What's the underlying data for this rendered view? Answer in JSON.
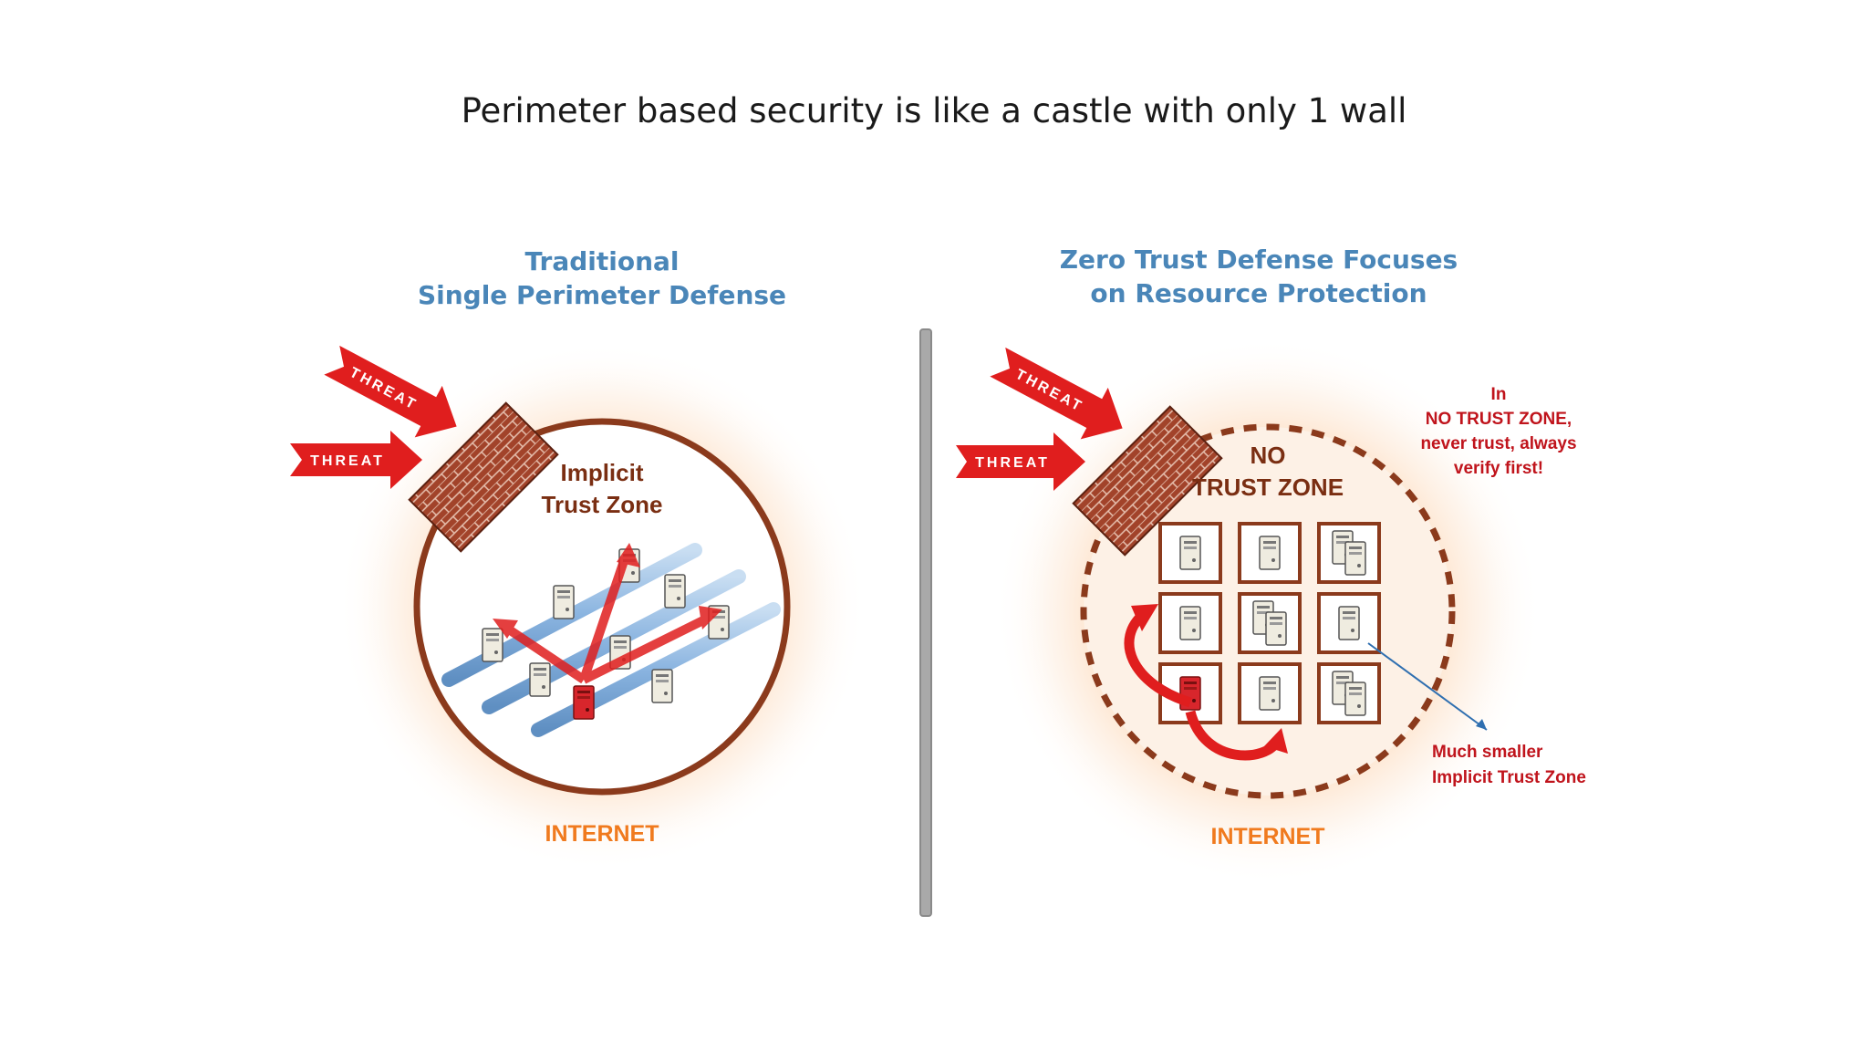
{
  "slide": {
    "title": "Perimeter based security is like a castle with only 1 wall"
  },
  "left": {
    "title_line1": "Traditional",
    "title_line2": "Single Perimeter Defense",
    "zone_line1": "Implicit",
    "zone_line2": "Trust Zone",
    "outside_label": "INTERNET",
    "threat_label": "THREAT"
  },
  "right": {
    "title_line1": "Zero Trust Defense Focuses",
    "title_line2": "on Resource Protection",
    "zone_line1": "NO",
    "zone_line2": "TRUST ZONE",
    "note_line1": "In",
    "note_line2": "NO TRUST ZONE,",
    "note_line3": "never trust, always",
    "note_line4": "verify first!",
    "callout_line1": "Much smaller",
    "callout_line2": "Implicit Trust Zone",
    "outside_label": "INTERNET",
    "threat_label": "THREAT"
  },
  "colors": {
    "title_blue": "#4a86b8",
    "zone_brown": "#7a2e12",
    "internet_orange": "#f07a1e",
    "threat_red": "#e01e1e",
    "note_red": "#c0141c",
    "pipe_blue": "#8ab4e0",
    "wall_brick": "#a2432a"
  },
  "icons": [
    "threat-arrow-icon",
    "brick-wall-icon",
    "server-icon",
    "compromised-server-icon",
    "network-pipe-icon"
  ]
}
